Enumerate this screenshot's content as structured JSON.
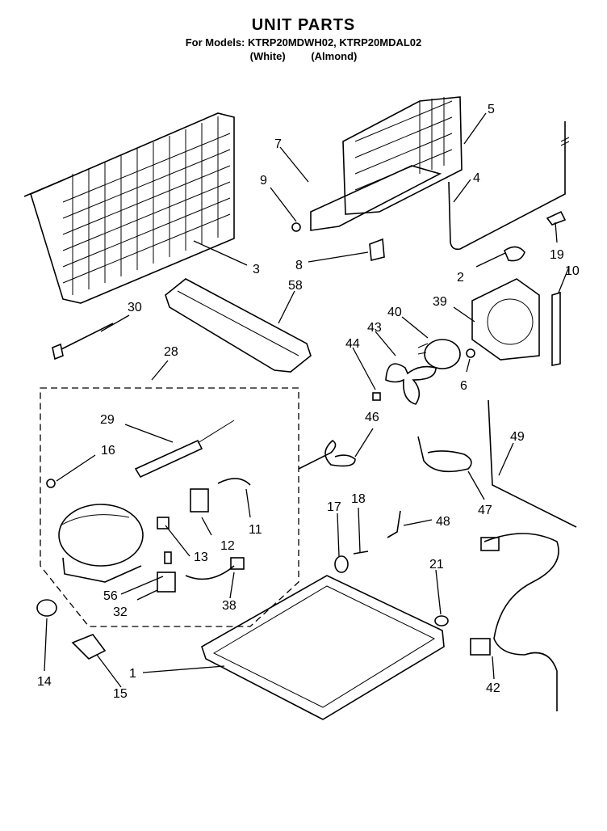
{
  "header": {
    "title": "UNIT PARTS",
    "models": "For Models: KTRP20MDWH02, KTRP20MDAL02",
    "variant_white": "(White)",
    "variant_almond": "(Almond)"
  },
  "callouts": {
    "c1": "1",
    "c2": "2",
    "c3": "3",
    "c4": "4",
    "c5": "5",
    "c6": "6",
    "c7": "7",
    "c8": "8",
    "c9": "9",
    "c10": "10",
    "c11": "11",
    "c12": "12",
    "c13": "13",
    "c14": "14",
    "c15": "15",
    "c16": "16",
    "c17": "17",
    "c18": "18",
    "c19": "19",
    "c21": "21",
    "c28": "28",
    "c29": "29",
    "c30": "30",
    "c32": "32",
    "c38": "38",
    "c39": "39",
    "c40": "40",
    "c42": "42",
    "c43": "43",
    "c44": "44",
    "c46": "46",
    "c47": "47",
    "c48": "48",
    "c49": "49",
    "c56": "56",
    "c58": "58"
  },
  "colors": {
    "ink": "#000000",
    "paper": "#ffffff"
  }
}
